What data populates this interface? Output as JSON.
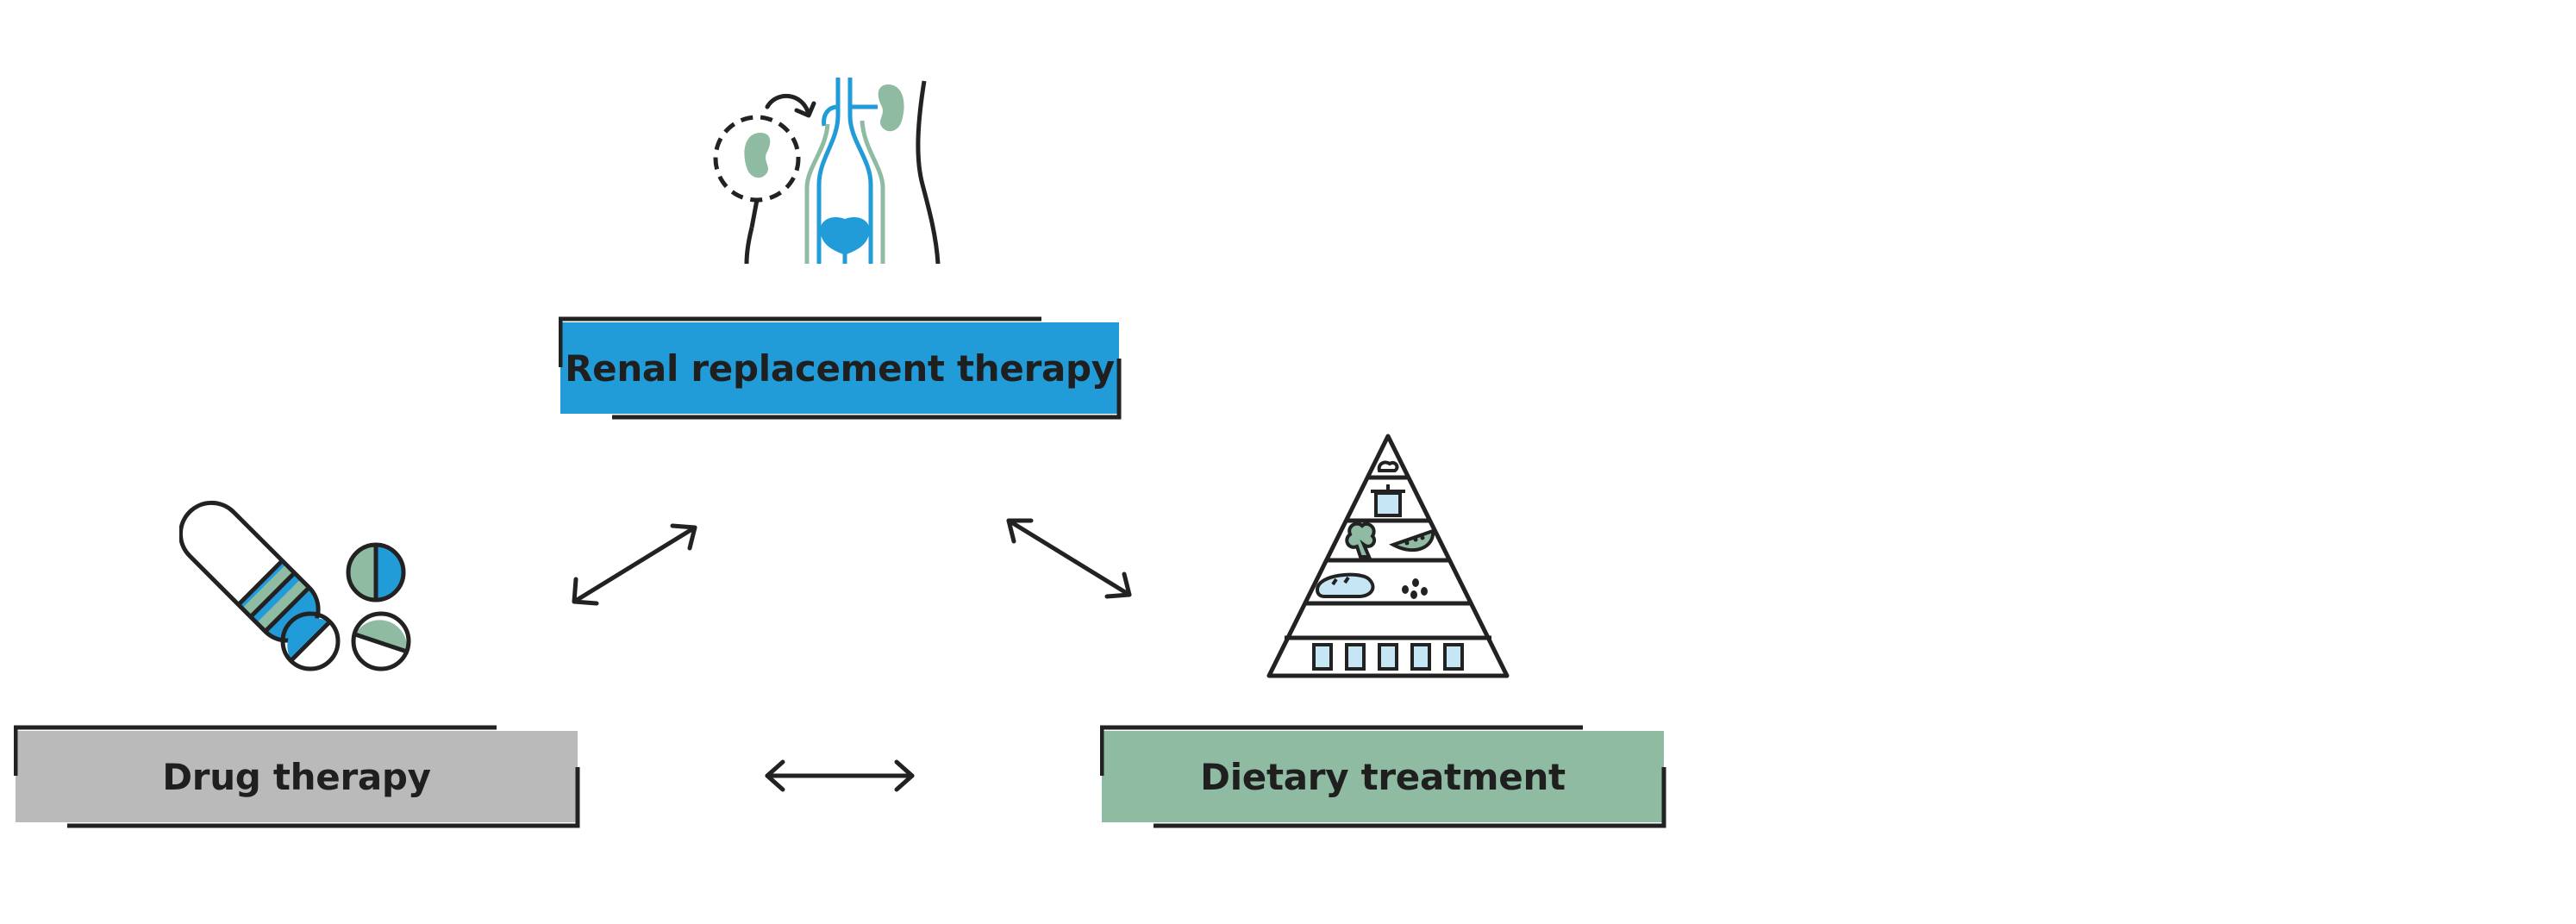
{
  "nodes": [
    {
      "id": "renal",
      "label": "Renal replacement therapy",
      "color": "#229cd8",
      "icon": "kidney-transplant-icon"
    },
    {
      "id": "drug",
      "label": "Drug therapy",
      "color": "#bbbabb",
      "icon": "pills-icon"
    },
    {
      "id": "diet",
      "label": "Dietary treatment",
      "color": "#8fbba3",
      "icon": "food-pyramid-icon"
    }
  ],
  "edges": [
    {
      "from": "drug",
      "to": "renal",
      "type": "bidirectional"
    },
    {
      "from": "renal",
      "to": "diet",
      "type": "bidirectional"
    },
    {
      "from": "drug",
      "to": "diet",
      "type": "bidirectional"
    }
  ],
  "colors": {
    "stroke": "#222222",
    "blue": "#229cd8",
    "green": "#8fbba3",
    "grey": "#bbbabb",
    "lightblue": "#c7e6f5"
  }
}
